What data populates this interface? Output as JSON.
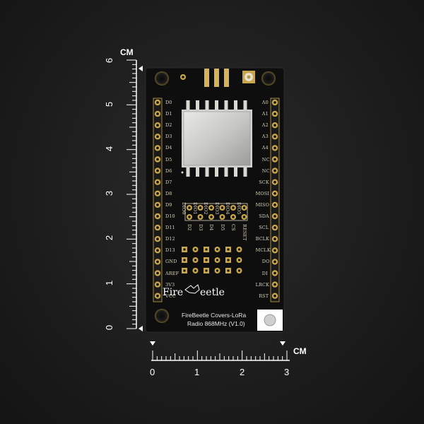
{
  "ruler_vertical": {
    "unit": "CM",
    "numbers": [
      "6",
      "5",
      "4",
      "3",
      "2",
      "1",
      "0"
    ]
  },
  "ruler_horizontal": {
    "unit": "CM",
    "numbers": [
      "0",
      "1",
      "2",
      "3"
    ]
  },
  "board": {
    "logo_text": "FireBeetle",
    "title_line1": "FireBeetle Covers-LoRa",
    "title_line2": "Radio 868MHz (V1.0)",
    "left_pins": [
      "D0",
      "D1",
      "D2",
      "D3",
      "D4",
      "D5",
      "D6",
      "D7",
      "D8",
      "D9",
      "D10",
      "D11",
      "D12",
      "D13",
      "GND",
      "AREF",
      "3V3",
      "VCC"
    ],
    "right_pins": [
      "A0",
      "A1",
      "A2",
      "A3",
      "A4",
      "NC",
      "NC",
      "SCK",
      "MOSI",
      "MISO",
      "SDA",
      "SCL",
      "BCLK",
      "MCLK",
      "DO",
      "DI",
      "LRCK",
      "RST"
    ],
    "dio_top": [
      "DIO0",
      "DIO1",
      "DIO2",
      "DIO3",
      "DIO4",
      "DIO5"
    ],
    "d_bottom": [
      "D2",
      "D3",
      "D4",
      "D5",
      "CS",
      "RESET"
    ]
  },
  "colors": {
    "pcb": "#111111",
    "gold": "#c9a64a",
    "silk": "#e0d8c0"
  }
}
